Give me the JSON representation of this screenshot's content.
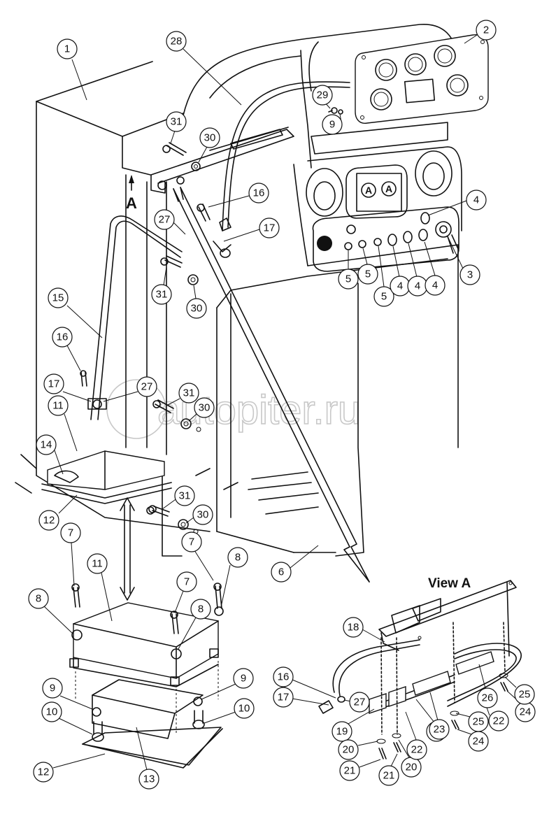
{
  "labels": {
    "section_marker": "A",
    "view_title": "View A",
    "watermark": "autopiter.ru",
    "gauge_marks": [
      "A",
      "A"
    ]
  },
  "callouts": [
    "1",
    "2",
    "3",
    "4",
    "4",
    "4",
    "4",
    "5",
    "5",
    "5",
    "6",
    "7",
    "7",
    "7",
    "8",
    "8",
    "8",
    "9",
    "9",
    "9",
    "10",
    "10",
    "11",
    "11",
    "12",
    "12",
    "13",
    "14",
    "15",
    "16",
    "16",
    "16",
    "17",
    "17",
    "17",
    "18",
    "19",
    "19",
    "20",
    "20",
    "21",
    "21",
    "22",
    "22",
    "23",
    "24",
    "24",
    "25",
    "25",
    "26",
    "27",
    "27",
    "27",
    "28",
    "29",
    "30",
    "30",
    "30",
    "30",
    "31",
    "31",
    "31",
    "31"
  ],
  "colors": {
    "line": "#111111",
    "watermark": "#c8c8c8"
  }
}
